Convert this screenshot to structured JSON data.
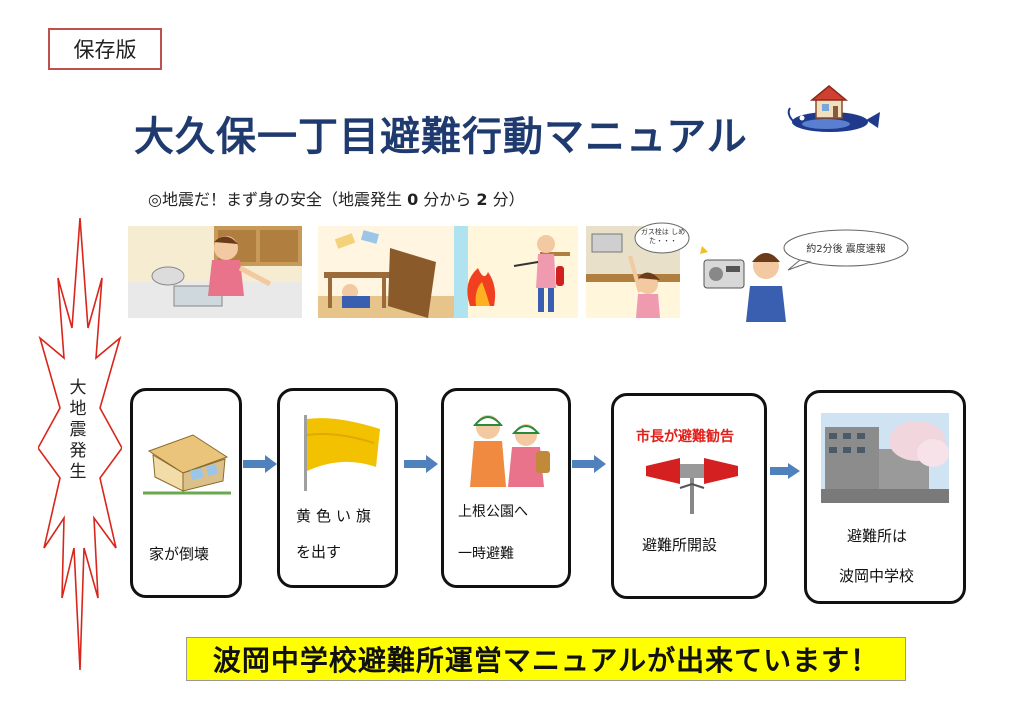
{
  "badge": "保存版",
  "title": "大久保一丁目避難行動マニュアル",
  "subtitle": {
    "prefix": "◎地震だ！まず身の安全（地震発生",
    "n0": "0",
    "mid": "分から",
    "n2": "2",
    "suffix": "分）"
  },
  "scene_bubbles": {
    "gas": "ガス栓は しめた・・・",
    "radio": "約2分後 震度速報"
  },
  "burst": {
    "chars": [
      "大",
      "地",
      "震",
      "発",
      "生"
    ]
  },
  "flow": {
    "step1": {
      "line1": "家が倒壊"
    },
    "step2": {
      "line1": "黄色い旗",
      "line2": "を出す"
    },
    "step3": {
      "line1": "上根公園へ",
      "line2": "一時避難"
    },
    "step4": {
      "header": "市長が避難勧告",
      "line1": "避難所開設"
    },
    "step5": {
      "line1": "避難所は",
      "line2": "波岡中学校"
    }
  },
  "banner": "波岡中学校避難所運営マニュアルが出来ています！",
  "colors": {
    "title": "#1f3a6e",
    "badge_border": "#c0504d",
    "arrow": "#4f81bd",
    "banner_bg": "#ffff00",
    "burst": "#d9261c",
    "red_label": "#e0201a"
  }
}
